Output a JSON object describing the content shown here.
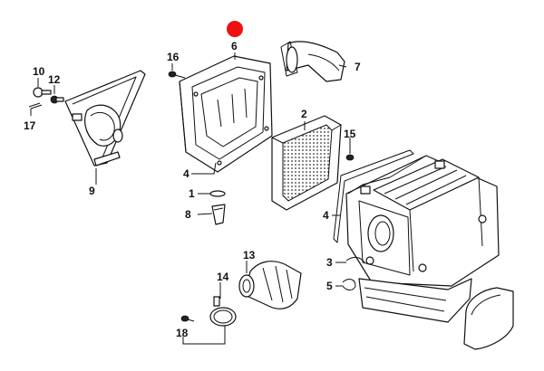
{
  "marker": {
    "color": "#ee1111"
  },
  "parts": [
    {
      "id": "p1",
      "label": "1"
    },
    {
      "id": "p2",
      "label": "2"
    },
    {
      "id": "p3",
      "label": "3"
    },
    {
      "id": "p4a",
      "label": "4"
    },
    {
      "id": "p4b",
      "label": "4"
    },
    {
      "id": "p5",
      "label": "5"
    },
    {
      "id": "p6",
      "label": "6"
    },
    {
      "id": "p7",
      "label": "7"
    },
    {
      "id": "p8",
      "label": "8"
    },
    {
      "id": "p9",
      "label": "9"
    },
    {
      "id": "p10",
      "label": "10"
    },
    {
      "id": "p12",
      "label": "12"
    },
    {
      "id": "p13",
      "label": "13"
    },
    {
      "id": "p14",
      "label": "14"
    },
    {
      "id": "p15",
      "label": "15"
    },
    {
      "id": "p16",
      "label": "16"
    },
    {
      "id": "p17",
      "label": "17"
    },
    {
      "id": "p18",
      "label": "18"
    }
  ]
}
